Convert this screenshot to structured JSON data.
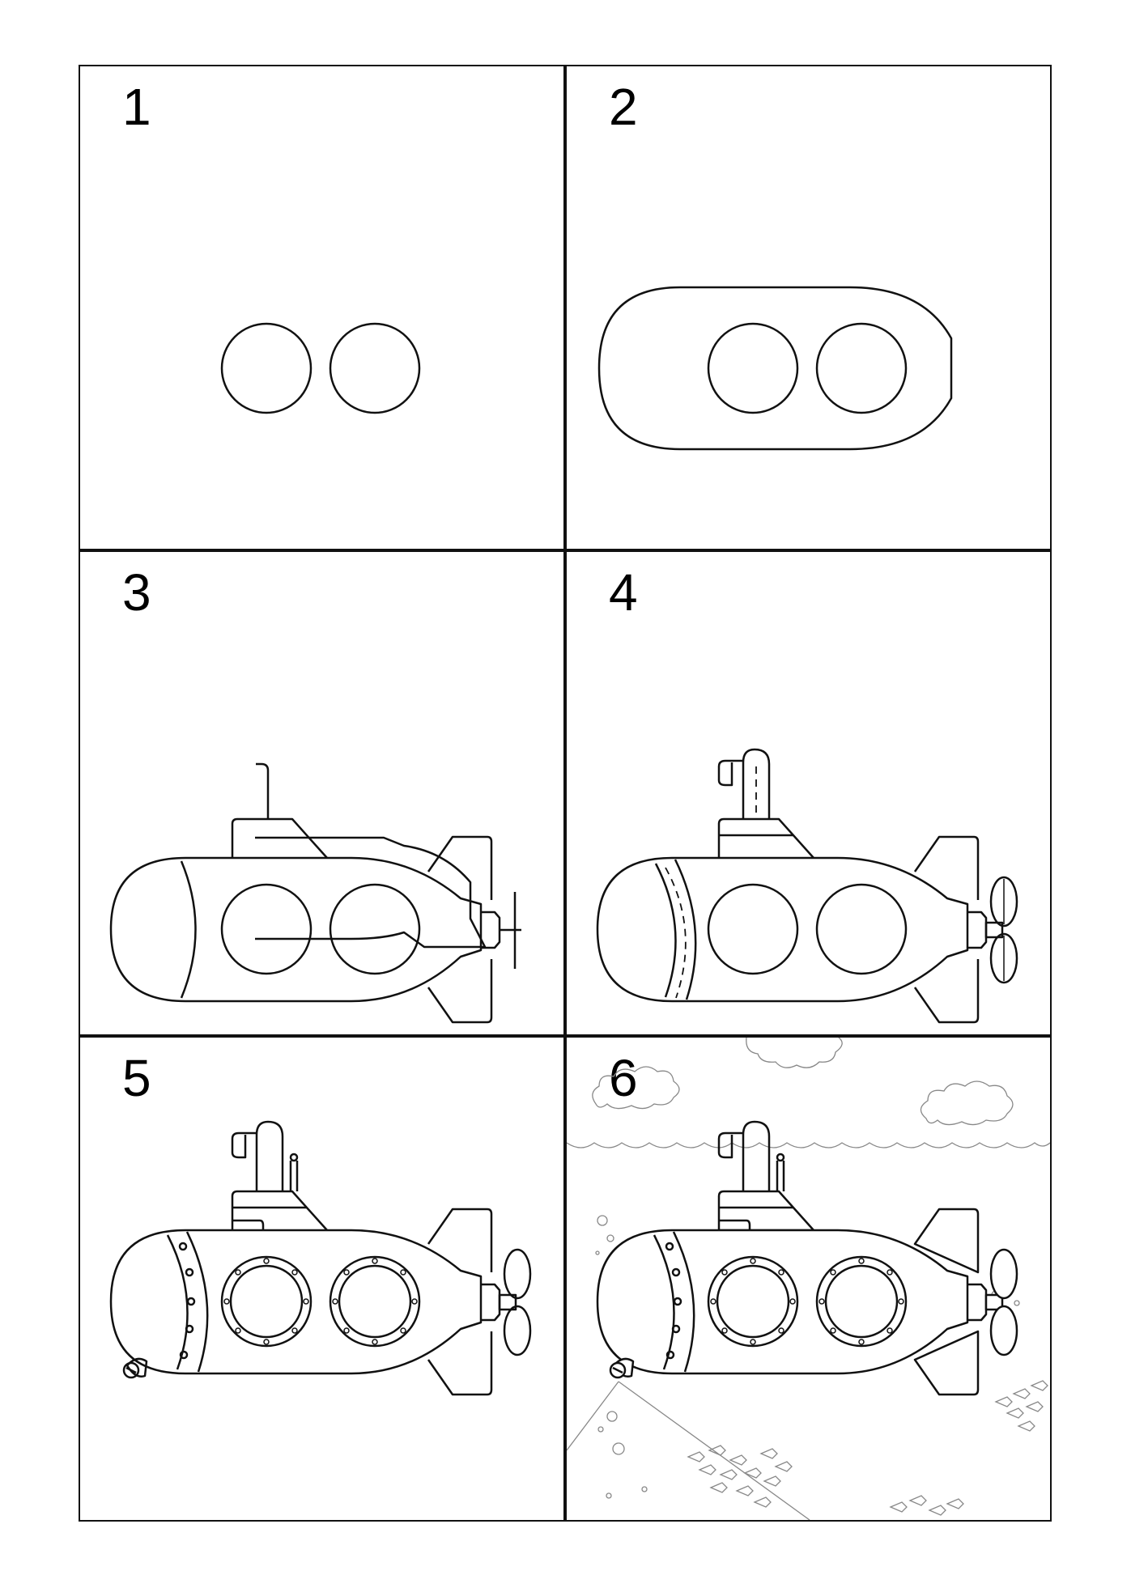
{
  "panels": [
    {
      "step": "1"
    },
    {
      "step": "2"
    },
    {
      "step": "3"
    },
    {
      "step": "4"
    },
    {
      "step": "5"
    },
    {
      "step": "6"
    }
  ],
  "colors": {
    "line": "#111111",
    "background": "#ffffff",
    "scenery": "#888888"
  },
  "icons": [
    "submarine-icon",
    "cloud-icon",
    "wave-icon",
    "fish-icon",
    "bubble-icon"
  ]
}
